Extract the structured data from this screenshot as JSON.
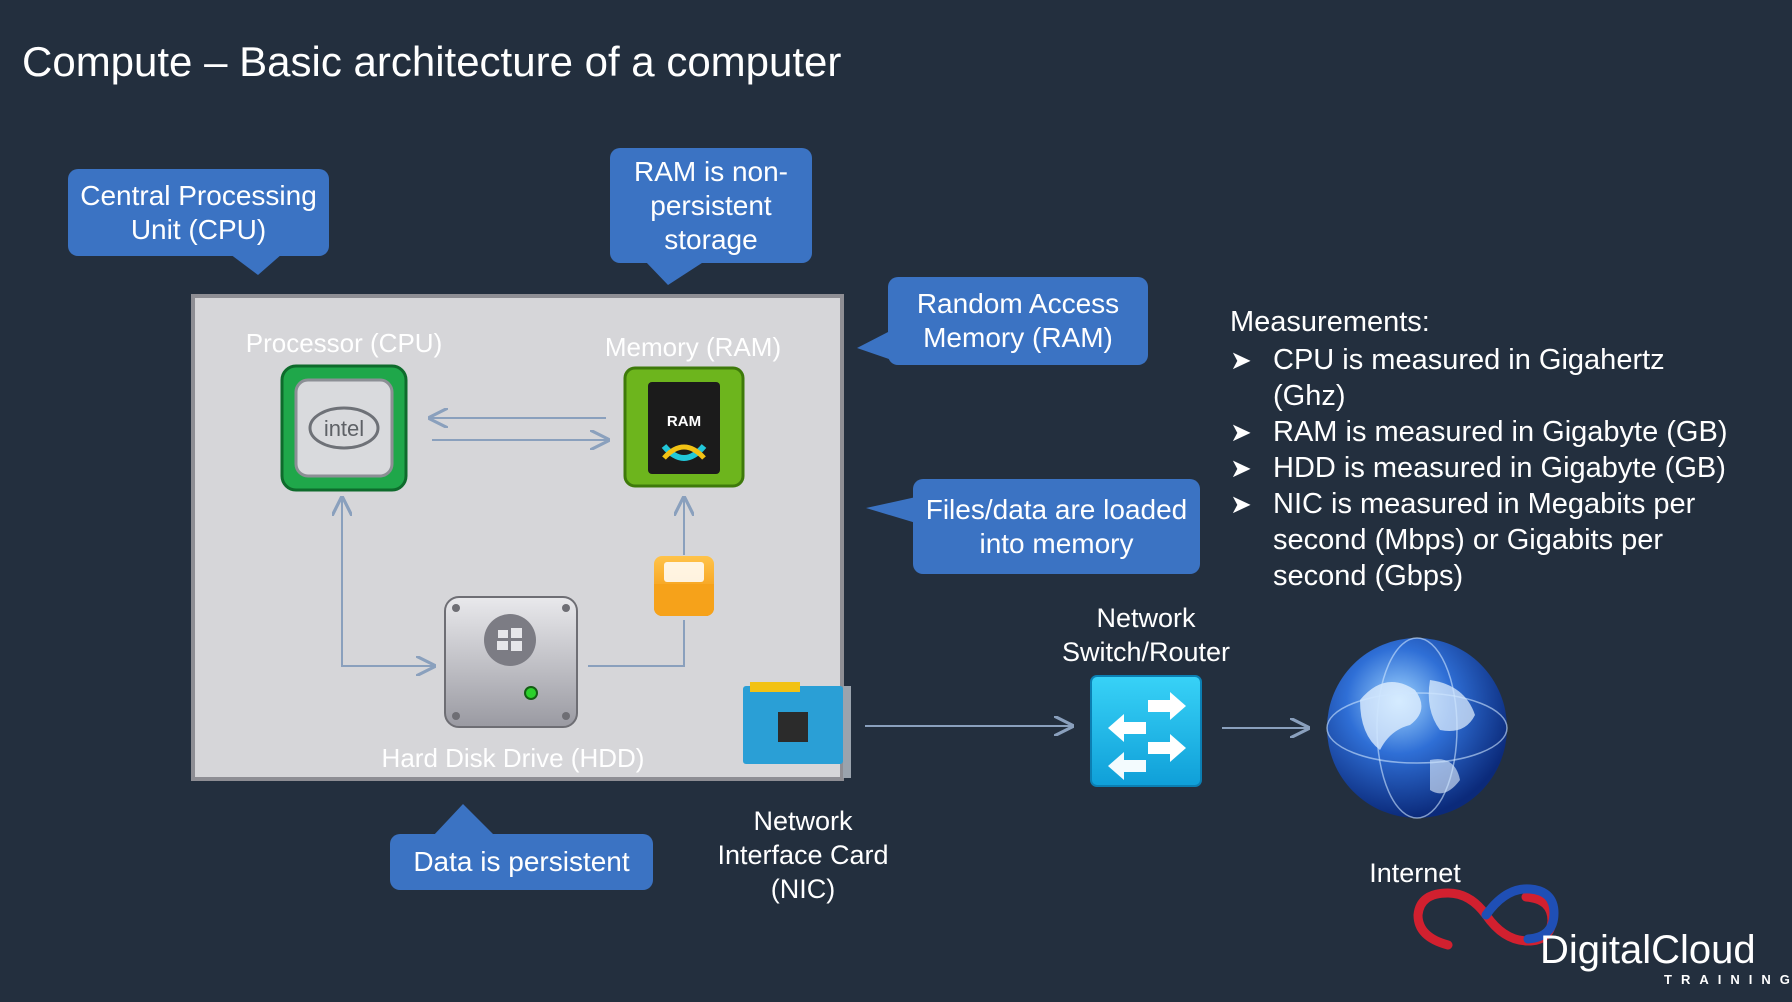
{
  "title": "Compute – Basic architecture of a computer",
  "callouts": {
    "cpu_unit": [
      "Central Processing",
      "Unit (CPU)"
    ],
    "ram_nonpersistent": [
      "RAM is non-",
      "persistent",
      "storage"
    ],
    "random_access": [
      "Random Access",
      "Memory (RAM)"
    ],
    "files_loaded": [
      "Files/data are loaded",
      "into memory"
    ],
    "data_persistent": "Data is persistent"
  },
  "components": {
    "processor_label": "Processor (CPU)",
    "processor_chip_text": "intel",
    "memory_label": "Memory (RAM)",
    "memory_chip_text": "RAM",
    "hdd_label": "Hard Disk Drive (HDD)",
    "nic_label": [
      "Network",
      "Interface Card",
      "(NIC)"
    ],
    "switch_label": [
      "Network",
      "Switch/Router"
    ],
    "internet_label": "Internet"
  },
  "measurements": {
    "heading": "Measurements:",
    "items": [
      [
        "CPU is measured in Gigahertz",
        "(Ghz)"
      ],
      [
        "RAM is measured in Gigabyte (GB)"
      ],
      [
        "HDD is measured in Gigabyte (GB)"
      ],
      [
        "NIC is measured in Megabits per",
        "second (Mbps) or Gigabits per",
        "second (Gbps)"
      ]
    ]
  },
  "logo": {
    "name": "DigitalCloud",
    "tagline": "TRAINING"
  },
  "colors": {
    "background": "#232f3e",
    "callout": "#3b73c3",
    "box_fill": "#d6d6d9",
    "arrow": "#8aa0bd",
    "chip_green": "#1fa74a",
    "switch_cyan": "#1ab7e6"
  }
}
